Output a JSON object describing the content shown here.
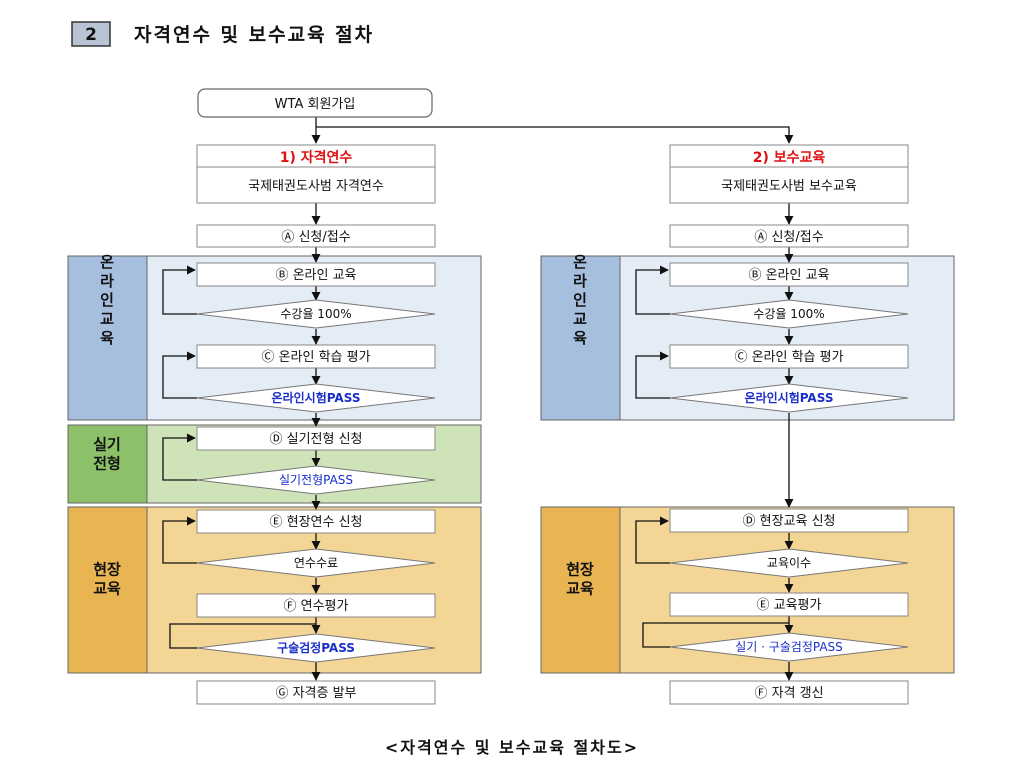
{
  "section": {
    "number": "2",
    "title": "자격연수 및 보수교육 절차"
  },
  "start": {
    "label": "WTA 회원가입"
  },
  "left": {
    "heading": "1) 자격연수",
    "subheading": "국제태권도사범 자격연수",
    "step_a": "Ⓐ 신청/접수",
    "online": {
      "band_label": "온\n라\n인\n교\n육",
      "step_b": "Ⓑ 온라인 교육",
      "check_b": "수강율 100%",
      "step_c": "Ⓒ 온라인 학습 평가",
      "check_c": "온라인시험PASS"
    },
    "practical": {
      "band_label": "실기\n전형",
      "step_d": "Ⓓ 실기전형 신청",
      "check_d": "실기전형PASS"
    },
    "field": {
      "band_label": "현장\n교육",
      "step_e": "Ⓔ 현장연수 신청",
      "check_e": "연수수료",
      "step_f": "Ⓕ 연수평가",
      "check_f": "구술검정PASS"
    },
    "final": "Ⓖ 자격증 발부"
  },
  "right": {
    "heading": "2) 보수교육",
    "subheading": "국제태권도사범 보수교육",
    "step_a": "Ⓐ 신청/접수",
    "online": {
      "band_label": "온\n라\n인\n교\n육",
      "step_b": "Ⓑ 온라인 교육",
      "check_b": "수강율 100%",
      "step_c": "Ⓒ 온라인 학습 평가",
      "check_c": "온라인시험PASS"
    },
    "field": {
      "band_label": "현장\n교육",
      "step_d": "Ⓓ 현장교육 신청",
      "check_d": "교육이수",
      "step_e": "Ⓔ 교육평가",
      "check_e": "실기 · 구술검정PASS"
    },
    "final": "Ⓕ 자격 갱신"
  },
  "caption": "<자격연수 및 보수교육 절차도>",
  "colors": {
    "online_band": "#a7bfdf",
    "online_area": "#e4ecf6",
    "practical_band": "#8cc16a",
    "practical_area": "#cfe3b8",
    "field_band": "#e8b552",
    "field_area": "#f3d595",
    "heading_red": "#e01010",
    "pass_blue": "#1a2ec8",
    "section_badge": "#b8c3d4"
  }
}
